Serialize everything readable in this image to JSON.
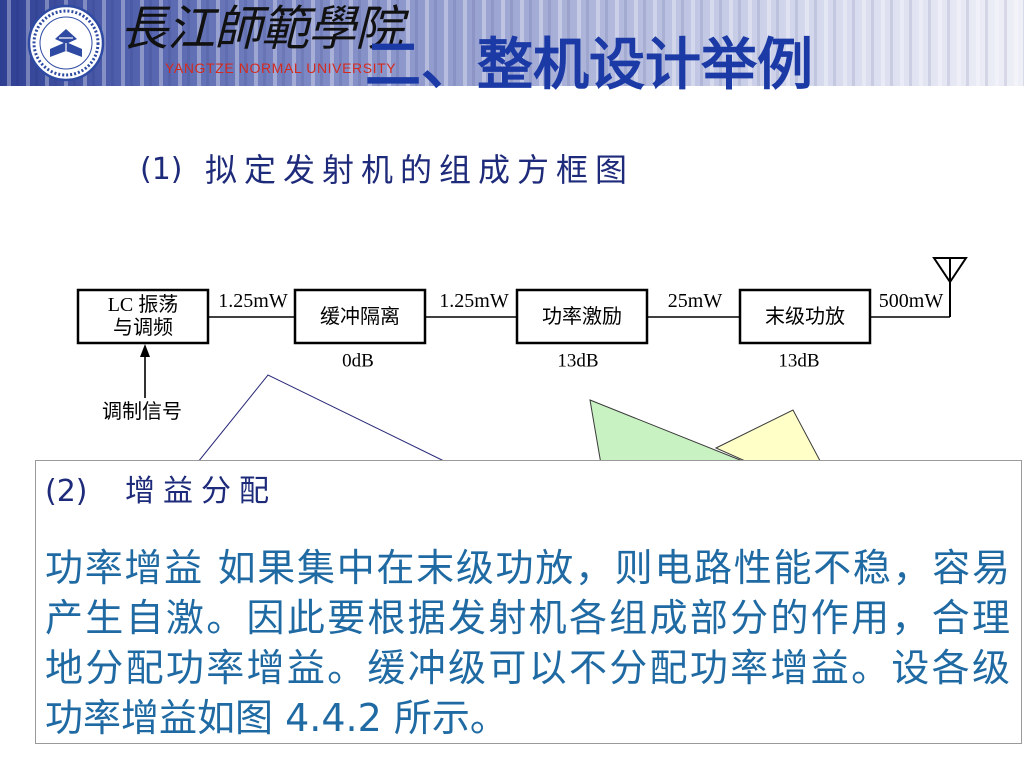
{
  "header": {
    "university_name": "長江師範學院",
    "university_name_en": "YANGTZE NORMAL UNIVERSITY",
    "slide_title": "二、整机设计举例"
  },
  "section_1": {
    "number": "(1)",
    "heading": "拟定发射机的组成方框图"
  },
  "diagram": {
    "blocks": [
      {
        "lines": [
          "LC 振荡",
          "与调频"
        ]
      },
      {
        "lines": [
          "缓冲隔离"
        ],
        "gain": "0dB"
      },
      {
        "lines": [
          "功率激励"
        ],
        "gain": "13dB"
      },
      {
        "lines": [
          "末级功放"
        ],
        "gain": "13dB"
      }
    ],
    "power_levels": [
      "1.25mW",
      "1.25mW",
      "25mW",
      "500mW"
    ],
    "input_signal": "调制信号"
  },
  "section_2": {
    "number": "(2)",
    "heading": "增益分配",
    "paragraph_lines": [
      "功率增益 如果集中在末级功放，则电路性能不稳，容易",
      "产生自激。因此要根据发射机各组成部分的作用，合理",
      "地分配功率增益。缓冲级可以不分配功率增益。设各级",
      "功率增益如图 4.4.2 所示。"
    ]
  },
  "icons": {
    "logo": "university-seal-icon",
    "antenna": "antenna-icon",
    "input_arrow": "arrow-up-icon"
  },
  "colors": {
    "title": "#1b3aa6",
    "heading": "#1e2a7a",
    "body_text": "#1f6aa3",
    "english_name": "#d42a1e",
    "band_dark": "#2e3e92",
    "band_light": "#eeeff7",
    "callout_green": "#c8f2c2",
    "callout_yellow": "#ffffc8",
    "callout_outline": "#2b2b7a",
    "diagram_line": "#000000",
    "seal_blue": "#2e4aa2"
  }
}
